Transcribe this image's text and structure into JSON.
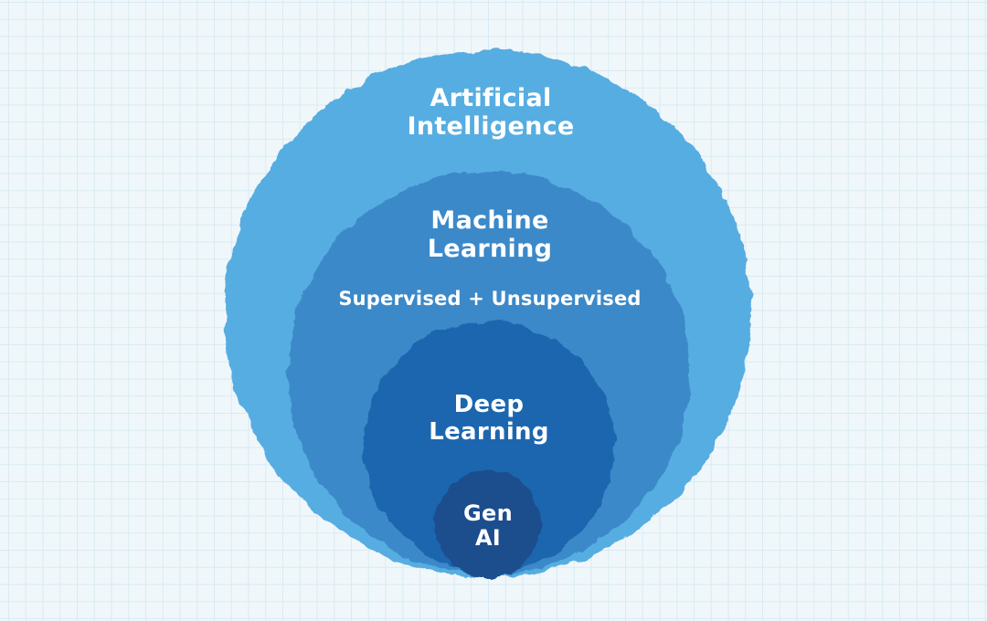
{
  "diagram": {
    "type": "nested-circles",
    "background": {
      "color": "#f0f7fa",
      "grid_color": "#d9eaf4"
    },
    "text_color": "#ffffff",
    "circles": {
      "ai": {
        "label": "Artificial\nIntelligence",
        "color": "#57ade1"
      },
      "ml": {
        "label": "Machine\nLearning",
        "sublabel": "Supervised + Unsupervised",
        "color": "#3a89c9"
      },
      "dl": {
        "label": "Deep\nLearning",
        "color": "#1b66af"
      },
      "genai": {
        "label": "Gen\nAI",
        "color": "#1b4d8d"
      }
    }
  }
}
